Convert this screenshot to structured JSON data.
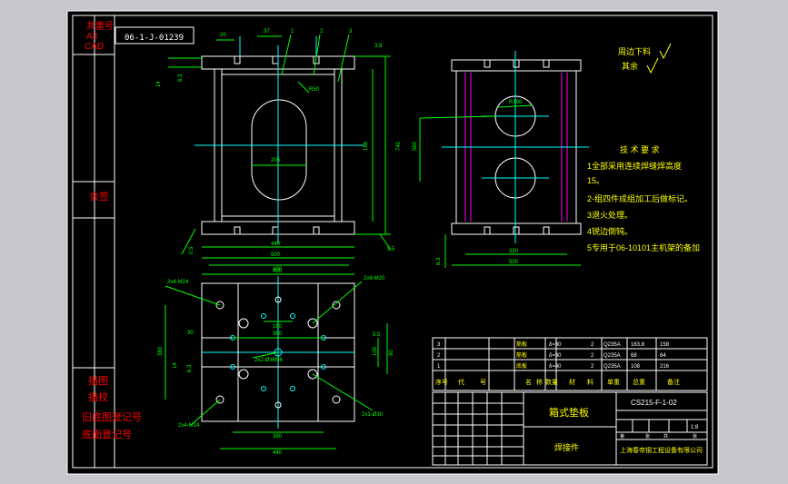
{
  "colors": {
    "background": "#000000",
    "frame": "#ffffff",
    "outline": "#ffffff",
    "dimension": "#00ff00",
    "centerline": "#00ffff",
    "red_text": "#ff0000",
    "yellow_text": "#ffff00",
    "hidden": "#ff00ff",
    "workspace": "#c5c7cc"
  },
  "left_strip": {
    "top_labels": [
      "共重号",
      "A3",
      "CAD"
    ],
    "middle_label": "会签",
    "bottom_labels": [
      "描图",
      "描校",
      "旧底图登记号",
      "底面登记号"
    ]
  },
  "drawing_number_box": "06-1-J-01239",
  "top_view_callouts": [
    "1",
    "2",
    "3"
  ],
  "top_view_dims": [
    "20",
    "37",
    "3.8",
    "14",
    "6.3",
    "R50",
    "205",
    "186",
    "740",
    "440",
    "500",
    "400",
    "0.5",
    "5.5"
  ],
  "right_view_dims": [
    "560",
    "320",
    "500",
    "6.3"
  ],
  "right_view_label": "R190",
  "roughness_note": [
    "周边下料",
    "其余"
  ],
  "technical_requirements": {
    "title": "技 术 要 求",
    "items": [
      "1全部采用连续焊缝焊高度",
      "15。",
      "2-组四件成组加工后做标记。",
      "3退火处理。",
      "4锐边倒钝。",
      "5专用于06-10101主机架的备加"
    ]
  },
  "plan_view_labels": {
    "hole_callouts": [
      "2x4-M24",
      "2x8-M20",
      "2x2-Ø36H6",
      "2x4-M14",
      "2x1-Ø30"
    ],
    "dims": [
      "400",
      "360",
      "160",
      "380",
      "100",
      "90",
      "30",
      "6.3",
      "14",
      "380",
      "440",
      "5.5"
    ]
  },
  "parts_list": {
    "rows": [
      [
        "3",
        "筋板",
        "δ=30",
        "2",
        "Q235A",
        "163.8",
        "158"
      ],
      [
        "2",
        "筋板",
        "δ=30",
        "2",
        "Q235A",
        "68",
        "64"
      ],
      [
        "1",
        "底板",
        "δ=40",
        "2",
        "Q235A",
        "108",
        "216"
      ]
    ],
    "header": [
      "序号",
      "代",
      "号",
      "名",
      "称",
      "数量",
      "材",
      "料",
      "单重",
      "总重",
      "备注"
    ]
  },
  "title_block": {
    "title": "箱式垫板",
    "drawing_code": "CS215-F-1-02",
    "subtitle": "焊接件",
    "company": "上海春帝钢工程设备有限公司",
    "scale_label": "1:8",
    "sheet_labels": [
      "第",
      "张",
      "共",
      "张"
    ]
  }
}
